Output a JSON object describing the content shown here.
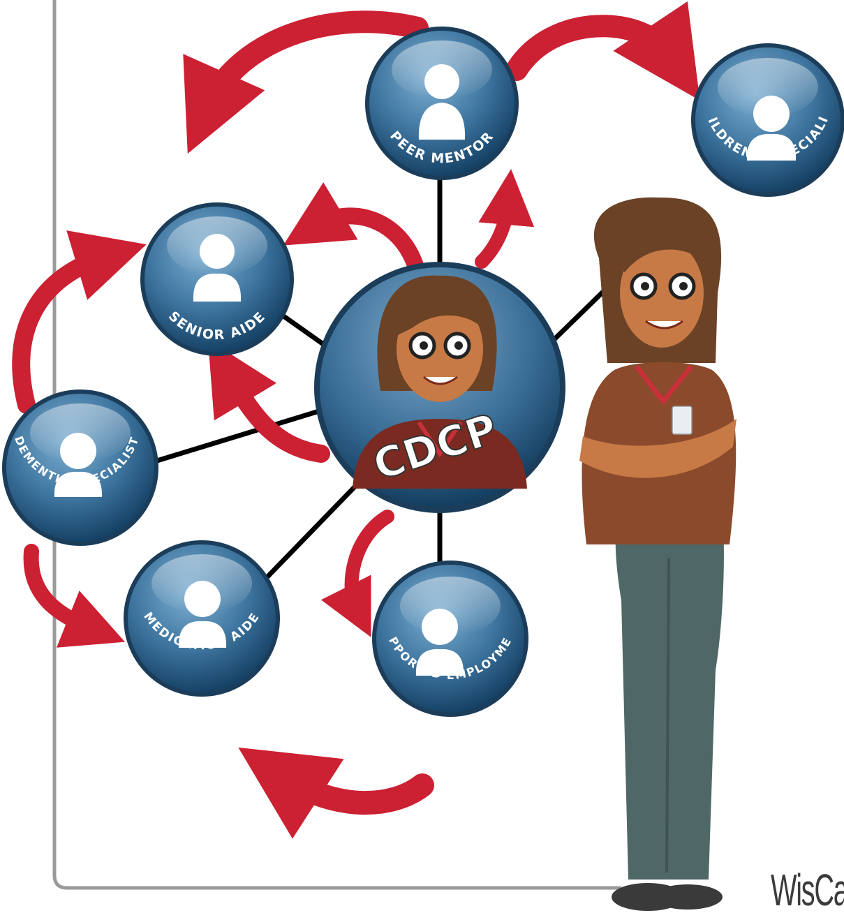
{
  "center": {
    "label": "CDCP"
  },
  "roles": [
    {
      "id": "peer-mentor",
      "label": "PEER MENTOR"
    },
    {
      "id": "childrens-specialist",
      "label": "CHILDREN'S SPECIALIST"
    },
    {
      "id": "senior-aide",
      "label": "SENIOR AIDE"
    },
    {
      "id": "dementia-specialist",
      "label": "DEMENTIA SPECIALIST"
    },
    {
      "id": "medication-aide",
      "label": "MEDICATION AIDE"
    },
    {
      "id": "supported-employment",
      "label": "SUPPORTED EMPLOYMENT"
    }
  ],
  "brand": {
    "text": "WisCa"
  },
  "colors": {
    "arrow": "#cc2033",
    "node_dark": "#1d4d74",
    "node_light": "#6f9fc2",
    "line": "#000000",
    "frame": "#9a9a9a"
  }
}
